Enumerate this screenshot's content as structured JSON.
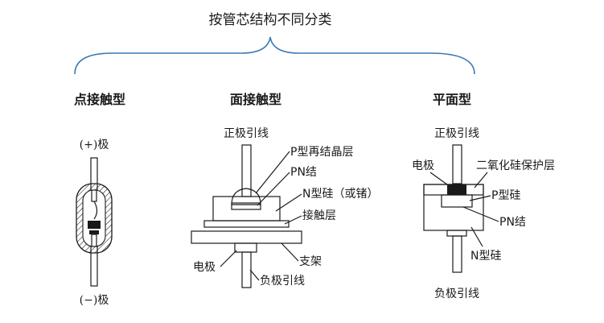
{
  "title": "按管芯结构不同分类",
  "brace_color": "#3a78b5",
  "categories": {
    "point": {
      "heading": "点接触型",
      "labels": {
        "anode": "(+)极",
        "cathode": "(−)极"
      }
    },
    "surface": {
      "heading": "面接触型",
      "labels": {
        "positive_lead": "正极引线",
        "p_regrown": "P型再结晶层",
        "pn_junction": "PN结",
        "n_si_ge": "N型硅（或锗）",
        "contact_layer": "接触层",
        "support": "支架",
        "electrode": "电极",
        "negative_lead": "负极引线"
      }
    },
    "planar": {
      "heading": "平面型",
      "labels": {
        "positive_lead": "正极引线",
        "electrode": "电极",
        "sio2_layer": "二氧化硅保护层",
        "p_si": "P型硅",
        "pn_junction": "PN结",
        "n_si": "N型硅",
        "negative_lead": "负极引线"
      }
    }
  }
}
